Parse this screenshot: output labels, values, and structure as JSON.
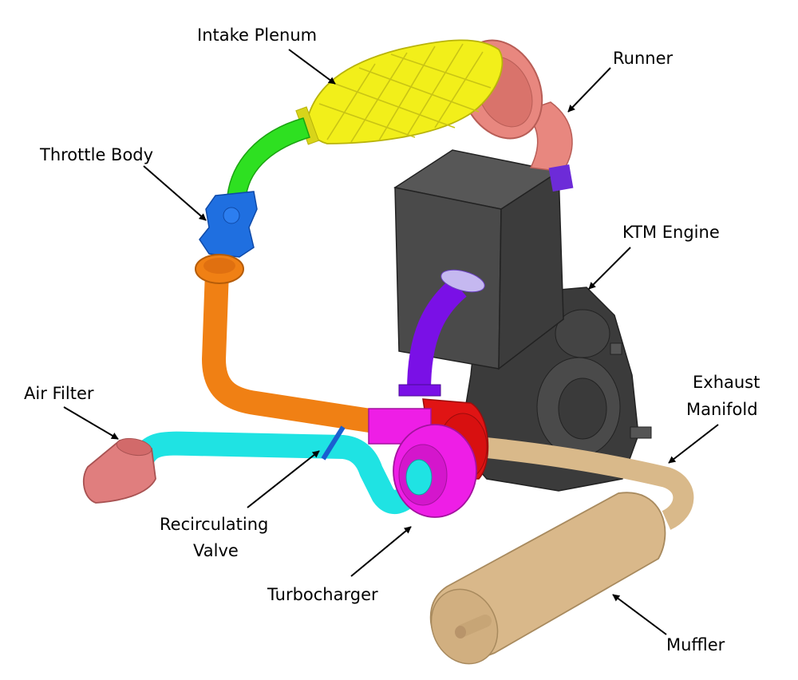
{
  "labels": {
    "intake_plenum": "Intake Plenum",
    "runner": "Runner",
    "throttle_body": "Throttle Body",
    "ktm_engine": "KTM Engine",
    "exhaust_manifold_line1": "Exhaust",
    "exhaust_manifold_line2": "Manifold",
    "air_filter": "Air Filter",
    "recirculating_valve_line1": "Recirculating",
    "recirculating_valve_line2": "Valve",
    "turbocharger": "Turbocharger",
    "muffler": "Muffler"
  },
  "colors": {
    "background": "#ffffff",
    "label_text": "#000000",
    "arrow": "#000000",
    "intake_plenum": "#f2ef1a",
    "runner": "#e8877f",
    "throttle_body": "#1f6fe0",
    "intake_elbow": "#2ee021",
    "charge_pipe": "#f08014",
    "engine_block": "#4a4a4a",
    "engine_case": "#3b3b3b",
    "exhaust_pipe": "#7a10e6",
    "compressor_housing": "#ee1ee6",
    "turbine_housing": "#e01414",
    "inlet_pipe": "#1fe3e3",
    "air_filter": "#e07e7e",
    "recirculating_valve": "#1a5fd0",
    "exhaust_manifold": "#d9b98a",
    "muffler": "#d9b88a"
  }
}
